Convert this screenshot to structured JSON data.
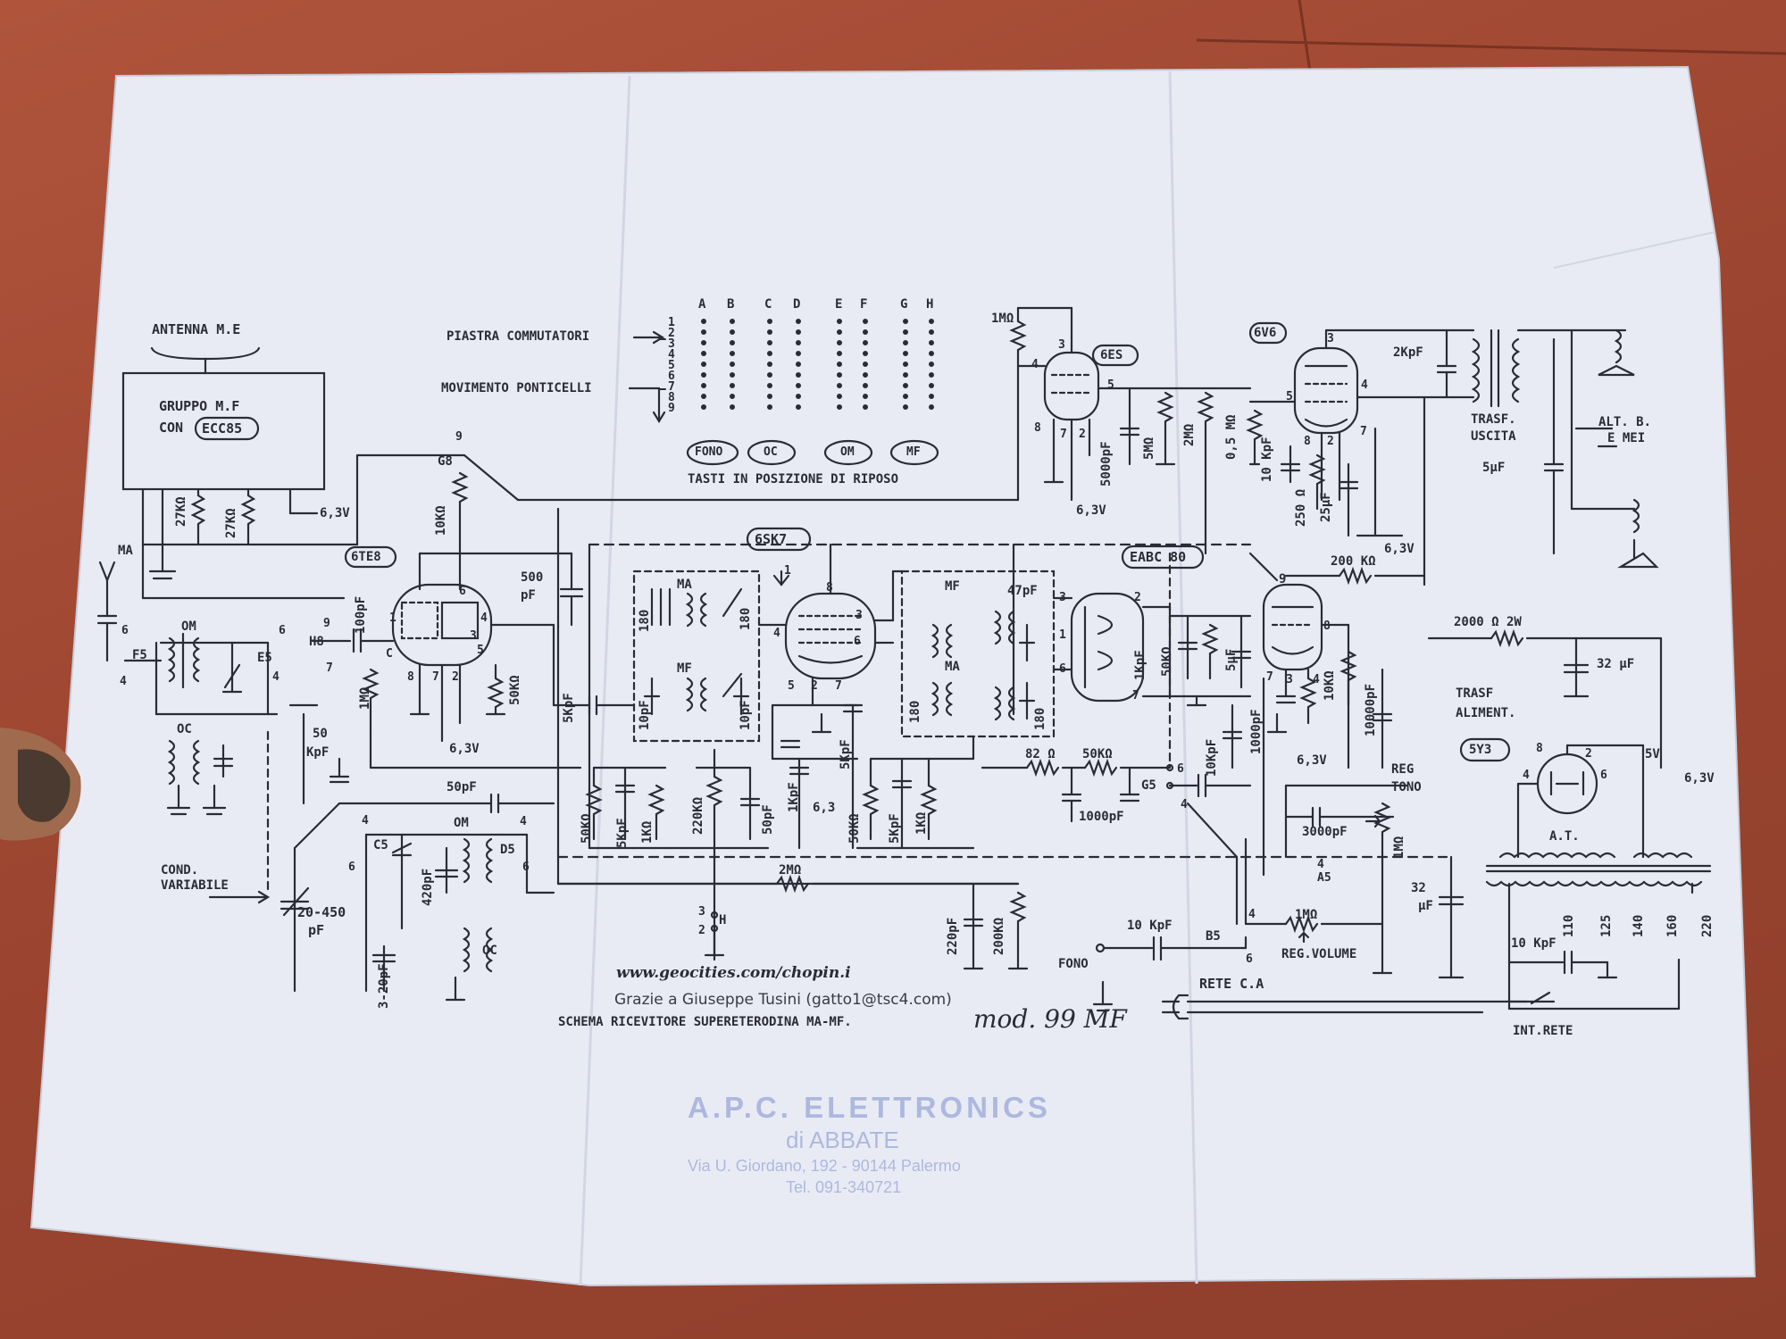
{
  "colors": {
    "table": "#a04a34",
    "paper": "#e9ebf4",
    "ink": "#2b2b38",
    "stamp": "#9aa8d8"
  },
  "labels": {
    "antenna": "ANTENNA M.E",
    "gruppo_1": "GRUPPO M.F",
    "gruppo_2": "CON",
    "ecc85": "ECC85",
    "r27k": "27KΩ",
    "v63": "6,3V",
    "ma": "MA",
    "om": "OM",
    "oc": "OC",
    "f5": "F5",
    "e5": "E5",
    "h8": "H8",
    "g8": "G8",
    "c5": "C5",
    "d5": "D5",
    "b5": "B5",
    "g5": "G5",
    "n1": "1",
    "n2": "2",
    "n3": "3",
    "n4": "4",
    "n5": "5",
    "n6": "6",
    "n7": "7",
    "n8": "8",
    "n9": "9",
    "letter_c": "C",
    "h": "H",
    "t6te8": "6TE8",
    "t6sk7": "6SK7",
    "t6es": "6ES",
    "t6v6": "6V6",
    "teabc80": "EABC 80",
    "t5y3": "5Y3",
    "c100pf": "100pF",
    "c500pf_1": "500",
    "c500pf_2": "pF",
    "c5kpf": "5KpF",
    "r1m": "1MΩ",
    "r50k": "50KΩ",
    "r10k": "10KΩ",
    "c50kpf_1": "50",
    "c50kpf_2": "KpF",
    "c50pf": "50pF",
    "c420pf": "420pF",
    "c3_20pf": "3-20pF",
    "c20_450": "20-450",
    "pf": "pF",
    "cond_var_1": "COND.",
    "cond_var_2": "VARIABILE",
    "mf": "MF",
    "c180": "180",
    "c10pf": "10pF",
    "c1kpf": "1KpF",
    "r220k": "220KΩ",
    "r1k": "1KΩ",
    "r2m": "2MΩ",
    "v63b": "6,3",
    "c47pf": "47pF",
    "r82": "82 Ω",
    "c1000pf": "1000pF",
    "c5uf": "5μF",
    "c10kpf": "10KpF",
    "c220pf": "220pF",
    "r200k": "200KΩ",
    "c10kpf_b": "10 KpF",
    "fono": "FONO",
    "r1mvol": "1MΩ",
    "reg_volume": "REG.VOLUME",
    "c3000pf": "3000pF",
    "reg_tono_1": "REG",
    "reg_tono_2": "TONO",
    "c10000pf": "10000pF",
    "c32uf_a": "32",
    "c32uf_b": "μF",
    "c5000pf": "5000pF",
    "r5m": "5MΩ",
    "r2mb": "2MΩ",
    "r05m": "0,5 MΩ",
    "c10kpf_c": "10 KpF",
    "r250": "250 Ω",
    "c25uf": "25μF",
    "c2kpf": "2KpF",
    "trasf_uscita_1": "TRASF.",
    "trasf_uscita_2": "USCITA",
    "c5uf_b": "5μF",
    "alt_1": "ALT. B.",
    "alt_2": "E MEI",
    "r200k_b": "200 KΩ",
    "r2000": "2000 Ω  2W",
    "c32uf_c": "32 μF",
    "trasf_alim_1": "TRASF",
    "trasf_alim_2": "ALIMENT.",
    "v5": "5V",
    "at": "A.T.",
    "v110": "110",
    "v125": "125",
    "v140": "140",
    "v160": "160",
    "v220": "220",
    "c10kpf_d": "10 KpF",
    "rete": "RETE C.A",
    "int_rete": "INT.RETE",
    "a5": "A5",
    "piastra": "PIASTRA COMMUTATORI",
    "movimento": "MOVIMENTO PONTICELLI",
    "tasti": "TASTI IN POSIZIONE DI RIPOSO",
    "switch_letters": [
      "A",
      "B",
      "C",
      "D",
      "E",
      "F",
      "G",
      "H"
    ],
    "switch_rows": "1\n2\n3\n4\n5\n6\n7\n8\n9",
    "keys": [
      "FONO",
      "OC",
      "OM",
      "MF"
    ]
  },
  "credits": {
    "url": "www.geocities.com/chopin.i",
    "thanks": "Grazie a Giuseppe Tusini (gatto1@tsc4.com)",
    "title": "SCHEMA RICEVITORE SUPERETERODINA MA-MF.",
    "model": "mod. 99 MF"
  },
  "stamp": {
    "line1": "A.P.C. ELETTRONICS",
    "line2": "di ABBATE",
    "line3": "Via U. Giordano, 192 - 90144 Palermo",
    "line4": "Tel. 091-340721"
  }
}
